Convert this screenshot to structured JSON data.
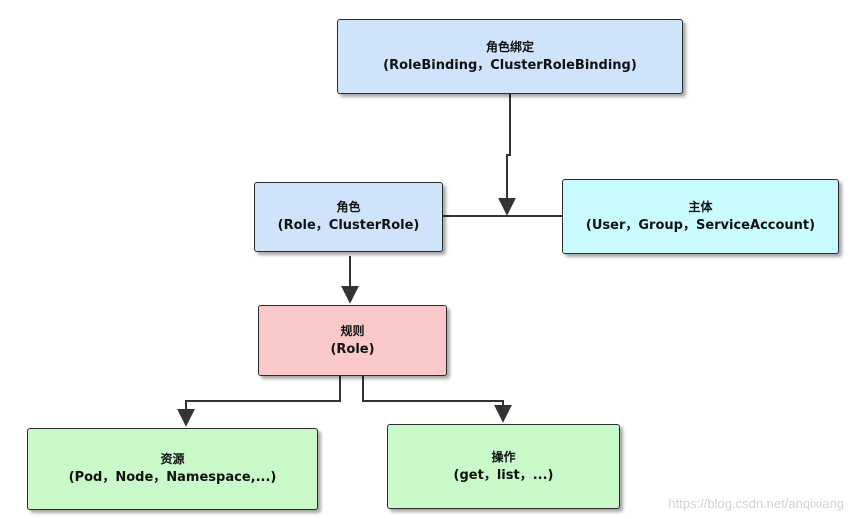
{
  "nodes": {
    "binding": {
      "title": "角色绑定",
      "subtitle": "(RoleBinding，ClusterRoleBinding)",
      "color": "#cfe4fb"
    },
    "role": {
      "title": "角色",
      "subtitle": "(Role，ClusterRole)",
      "color": "#cfe4fb"
    },
    "subject": {
      "title": "主体",
      "subtitle": "(User，Group，ServiceAccount)",
      "color": "#c9fbfe"
    },
    "rule": {
      "title": "规则",
      "subtitle": "(Role)",
      "color": "#f9c9c9"
    },
    "resource": {
      "title": "资源",
      "subtitle": "(Pod，Node，Namespace,...)",
      "color": "#c9f8c9"
    },
    "operation": {
      "title": "操作",
      "subtitle": "(get，list，...)",
      "color": "#c9f8c9"
    }
  },
  "watermark": "https://blog.csdn.net/anqixiang"
}
